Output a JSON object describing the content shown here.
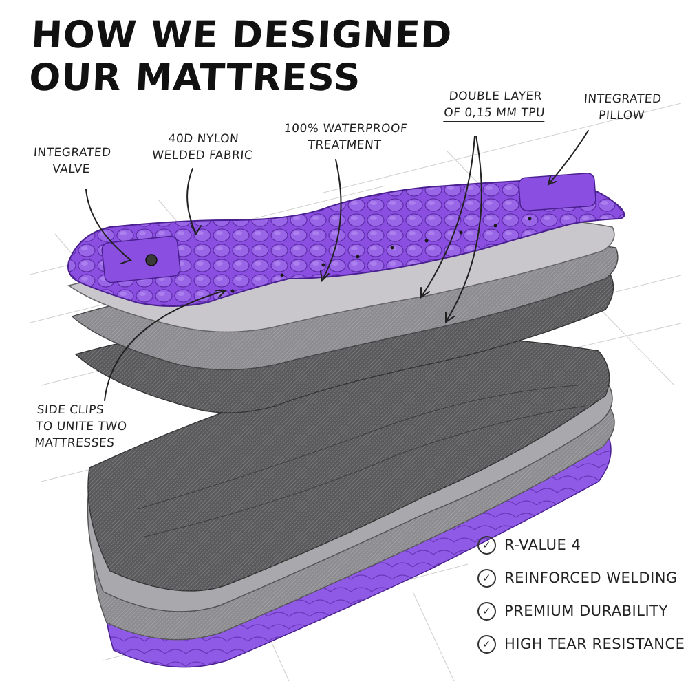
{
  "title": {
    "line1": "HOW WE DESIGNED",
    "line2": "OUR MATTRESS"
  },
  "labels": {
    "valve": [
      "INTEGRATED",
      "VALVE"
    ],
    "nylon": [
      "40D NYLON",
      "WELDED FABRIC"
    ],
    "waterproof": [
      "100% WATERPROOF",
      "TREATMENT"
    ],
    "tpu": [
      "DOUBLE LAYER",
      "OF 0,15 MM TPU"
    ],
    "pillow": [
      "INTEGRATED",
      "PILLOW"
    ],
    "clips": [
      "SIDE CLIPS",
      "TO UNITE TWO",
      "MATTRESSES"
    ]
  },
  "features": [
    "R-VALUE 4",
    "REINFORCED WELDING",
    "PREMIUM DURABILITY",
    "HIGH TEAR RESISTANCE"
  ],
  "check_icon": "check-circle-icon",
  "colors": {
    "purple": "#8a4fe0",
    "purple_dark": "#5d2aa8",
    "gray_light": "#c9c7cc",
    "gray_mid": "#8d8c90",
    "gray_dark": "#5a595c",
    "ink": "#222222"
  }
}
